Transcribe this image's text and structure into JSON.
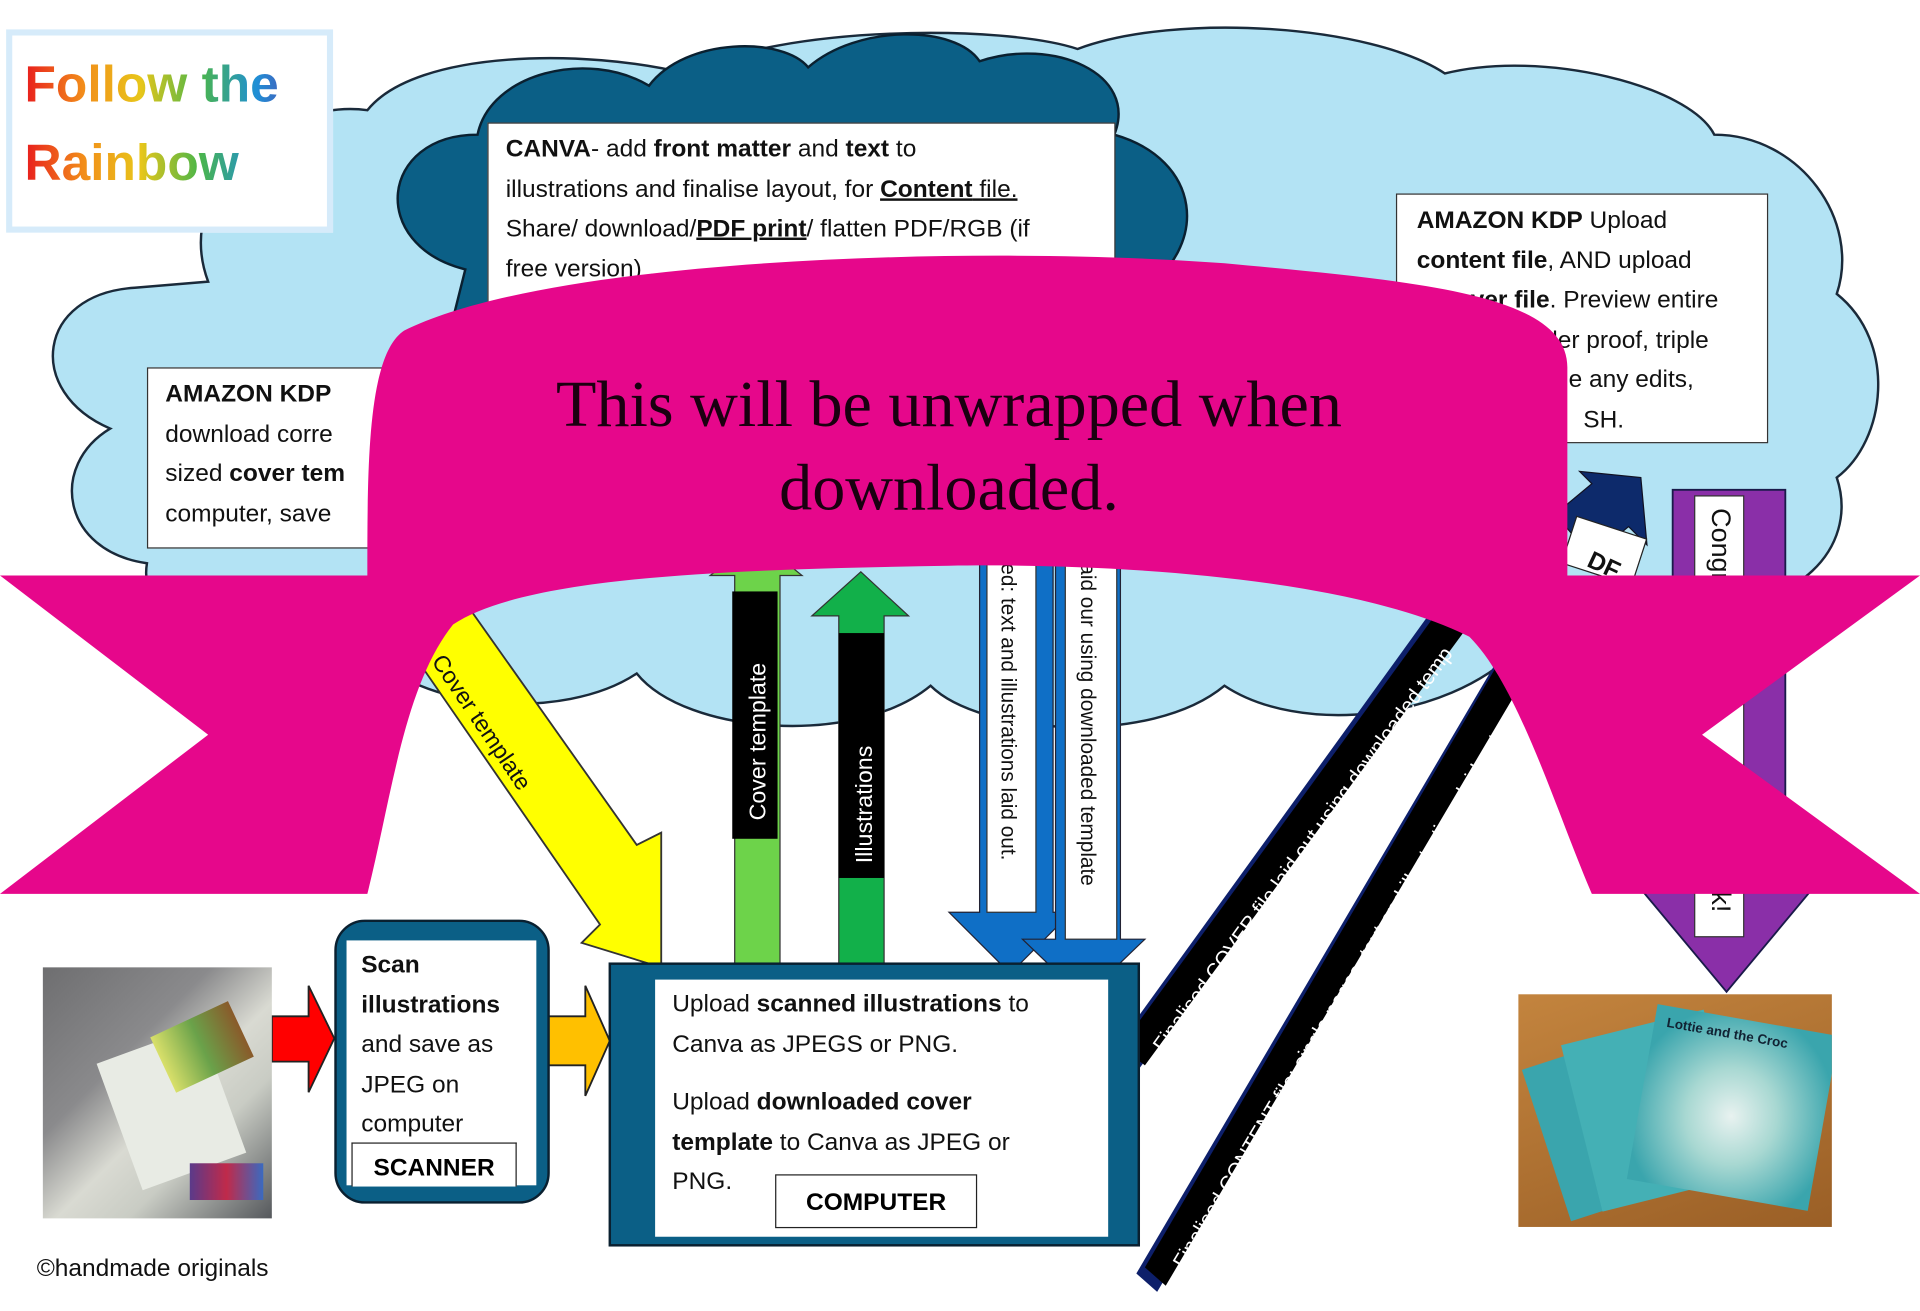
{
  "title": {
    "line1": "Follow the",
    "line2": "Rainbow"
  },
  "canva_box": {
    "l1_a": "CANVA",
    "l1_b": "- add ",
    "l1_c": "front matter",
    "l1_d": " and ",
    "l1_e": "text",
    "l1_f": " to",
    "l2_a": "illustrations and finalise layout, for ",
    "l2_b": "Content",
    "l2_c": " file.",
    "l3_a": "Share/ download/",
    "l3_b": "PDF print",
    "l3_c": "/ flatten PDF/RGB (if",
    "l4": "free version) ..."
  },
  "kdp_left": {
    "l1": "AMAZON KDP",
    "l2": "download corre",
    "l3_a": "sized ",
    "l3_b": "cover tem",
    "l4": "computer, save"
  },
  "kdp_right": {
    "l1_a": "AMAZON KDP",
    "l1_b": " Upload",
    "l2_a": "content file",
    "l2_b": ", AND upload",
    "l3_a": "ver file",
    "l3_b": ".  Preview entire",
    "l4": "der proof, triple",
    "l5": "e any edits,",
    "l6": "SH."
  },
  "ribbon": {
    "line1": "This will be unwrapped when",
    "line2": "downloaded."
  },
  "arrows": {
    "yellow_label": "Cover template",
    "green1_label": "Cover template",
    "green2_label": "Illustrations",
    "blue1_label": "ed: text and illustrations laid out.",
    "blue2_label": "aid our using downloaded template",
    "black1_label": "Finalised COVER file laid out using downloaded temp",
    "black2_label": "Finalised CONTENT file: single pages, text and illustrations laid out",
    "navy_label": "DF",
    "purple_top": "Congr",
    "purple_bottom": "k!"
  },
  "scanner_box": {
    "l1": "Scan",
    "l2": "illustrations",
    "l3": "and save as",
    "l4": "JPEG on",
    "l5": "computer",
    "tag": "SCANNER"
  },
  "computer_box": {
    "p1_a": "Upload ",
    "p1_b": "scanned illustrations",
    "p1_c": " to",
    "p1_d": "Canva as JPEGS or PNG.",
    "p2_a": "Upload ",
    "p2_b": "downloaded cover",
    "p2_c": "template",
    "p2_d": " to Canva as JPEG or",
    "p2_e": "PNG.",
    "tag": "COMPUTER"
  },
  "book_photo": {
    "title": "Lottie and the Croc"
  },
  "credit": "©handmade originals",
  "colors": {
    "cloud": "#b3e3f4",
    "dark_cloud": "#0b5f86",
    "ribbon": "#e6078b",
    "purple": "#8a2fa8"
  }
}
